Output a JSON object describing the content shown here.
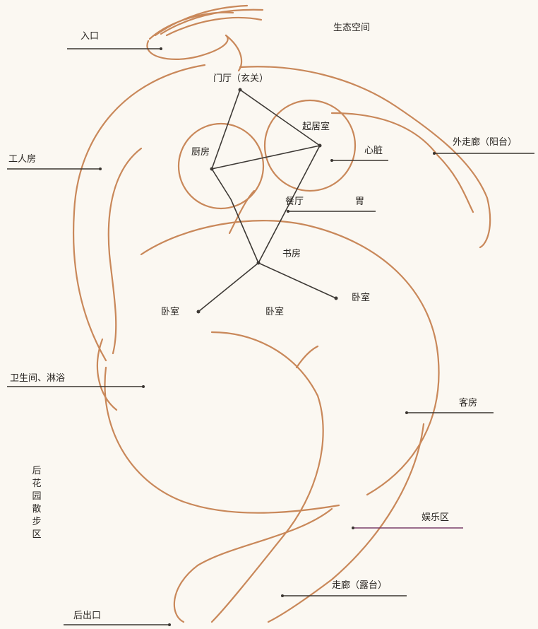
{
  "header": {
    "title": "生态空间"
  },
  "labels": {
    "entrance": "入口",
    "foyer": "门厅（玄关）",
    "living_room": "起居室",
    "kitchen": "厨房",
    "heart": "心脏",
    "outer_corridor": "外走廊（阳台）",
    "worker_room": "工人房",
    "dining": "餐厅",
    "stomach": "胃",
    "study": "书房",
    "bedroom_left": "卧室",
    "bedroom_mid": "卧室",
    "bedroom_right": "卧室",
    "bath": "卫生间、淋浴",
    "guest_room": "客房",
    "back_garden": "后花园散步区",
    "entertainment": "娱乐区",
    "corridor_terrace": "走廊（露台）",
    "back_exit": "后出口"
  },
  "colors": {
    "sketch": "#c9885a",
    "sketch_dark": "#9a6a4a",
    "leader": "#3a3530",
    "leader_accent": "#7a3f6a",
    "connector": "#3e3a36"
  }
}
